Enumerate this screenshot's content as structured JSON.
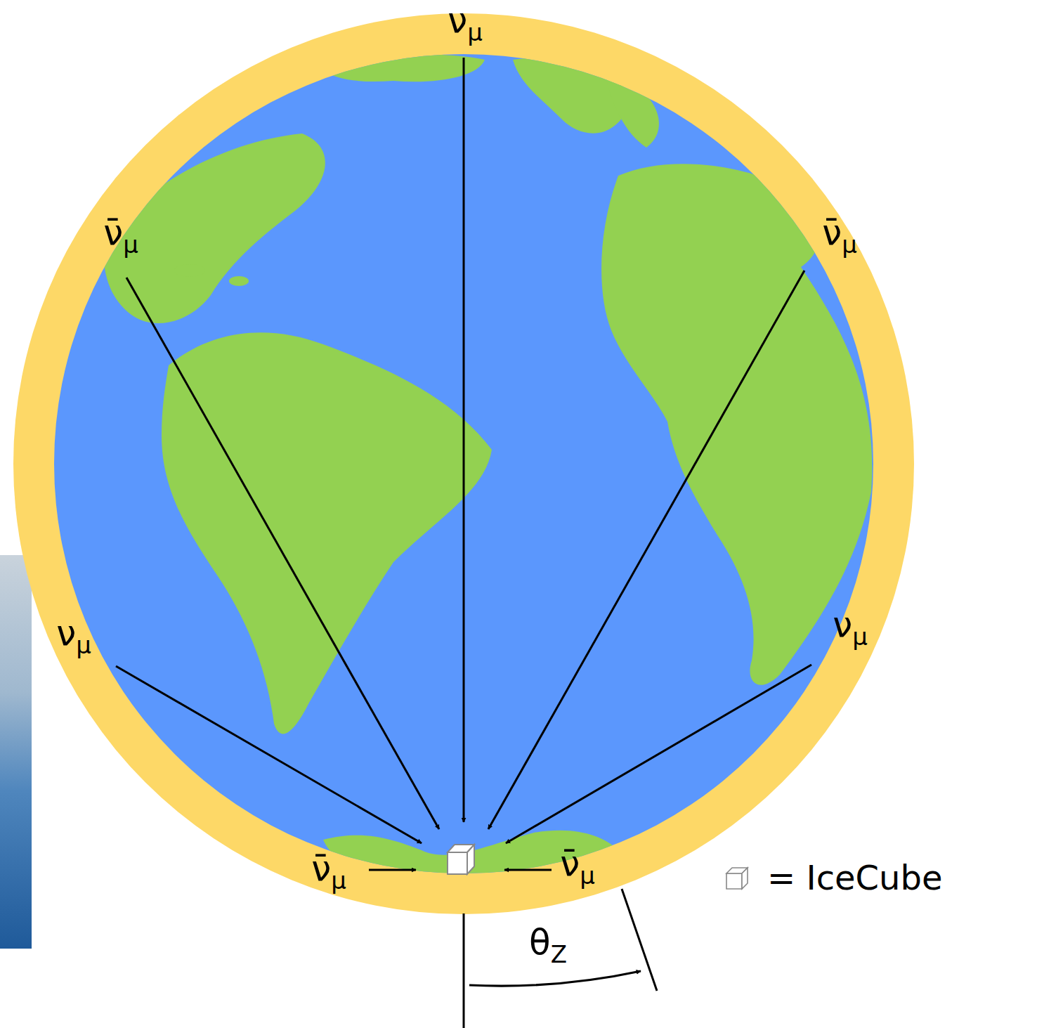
{
  "diagram": {
    "labels": [
      "νμ",
      "ν̄μ",
      "ν̄μ",
      "νμ",
      "νμ",
      "ν̄μ",
      "ν̄μ",
      "θZ"
    ],
    "legend": [
      {
        "text": "= IceCube"
      }
    ]
  }
}
